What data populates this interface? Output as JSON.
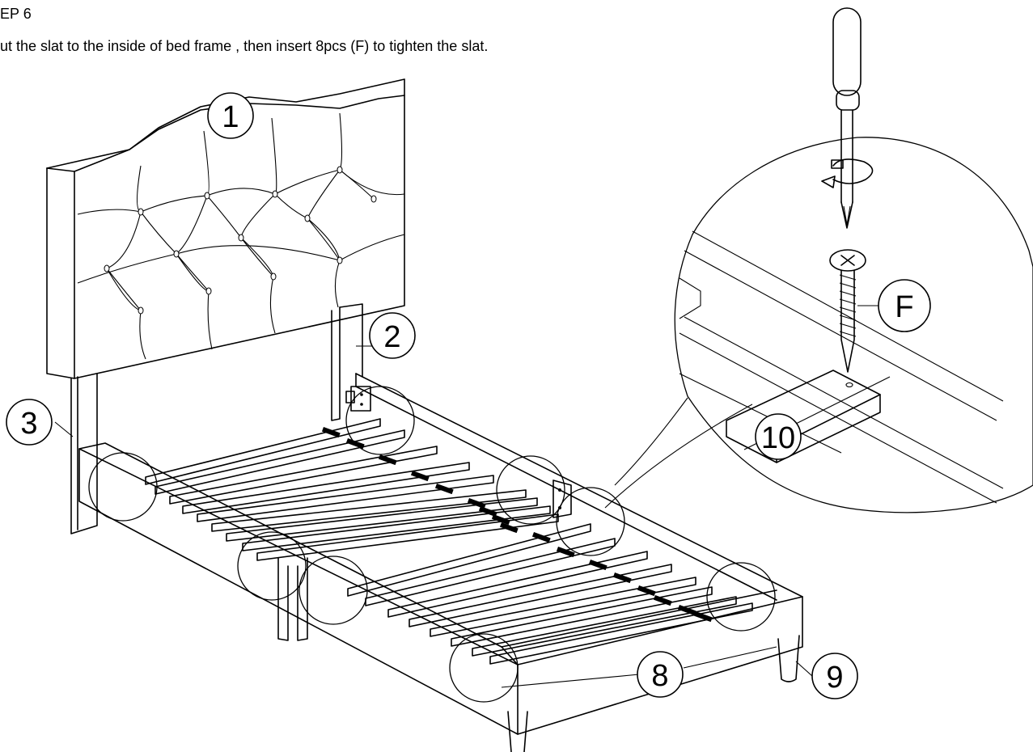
{
  "step": {
    "title": "EP 6",
    "instruction": "ut the slat to the inside of bed frame , then insert 8pcs (F) to tighten the slat."
  },
  "callouts": {
    "headboard": "1",
    "right_post": "2",
    "left_post": "3",
    "side_rail": "8",
    "leg": "9",
    "screw": "F",
    "slat": "10"
  }
}
